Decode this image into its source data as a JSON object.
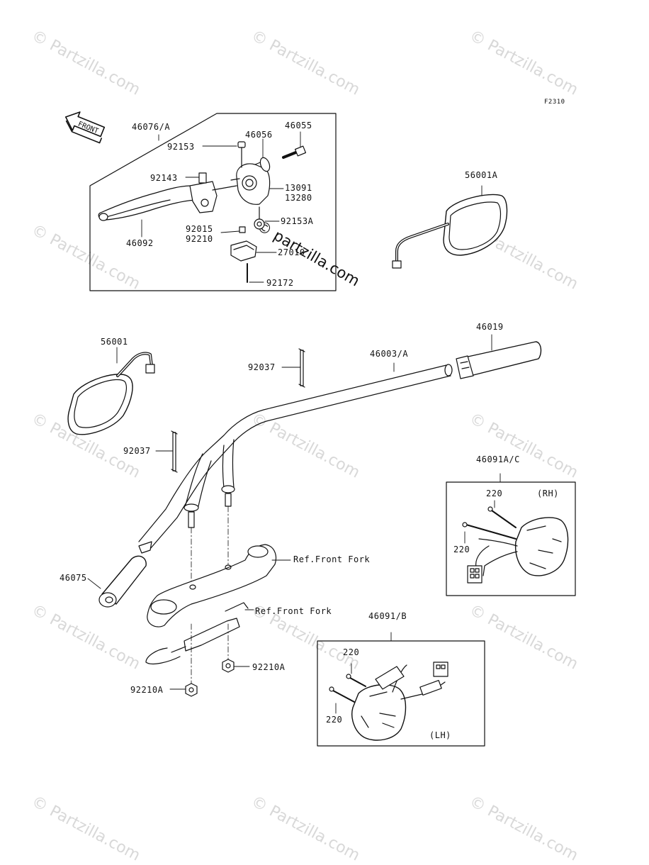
{
  "figure_id": "F2310",
  "front_arrow": "FRONT",
  "watermark": "© Partzilla.com",
  "center_watermark": "© partzilla.com",
  "callouts": {
    "c46076A": "46076/A",
    "c46055": "46055",
    "c46056": "46056",
    "c92153": "92153",
    "c92143": "92143",
    "c13091": "13091",
    "c13280": "13280",
    "c92153A": "92153A",
    "c92015": "92015",
    "c92210": "92210",
    "c27010": "27010",
    "c92172": "92172",
    "c46092": "46092",
    "c56001A": "56001A",
    "c56001": "56001",
    "c92037a": "92037",
    "c46003A": "46003/A",
    "c46019": "46019",
    "c92037b": "92037",
    "c46091AC": "46091A/C",
    "c220a": "220",
    "cRH": "(RH)",
    "c220b": "220",
    "c46075": "46075",
    "cRefFork1": "Ref.Front Fork",
    "cRefFork2": "Ref.Front Fork",
    "c46091B": "46091/B",
    "c220c": "220",
    "c92210Ab": "92210A",
    "c92210Aa": "92210A",
    "c220d": "220",
    "cLH": "(LH)"
  }
}
